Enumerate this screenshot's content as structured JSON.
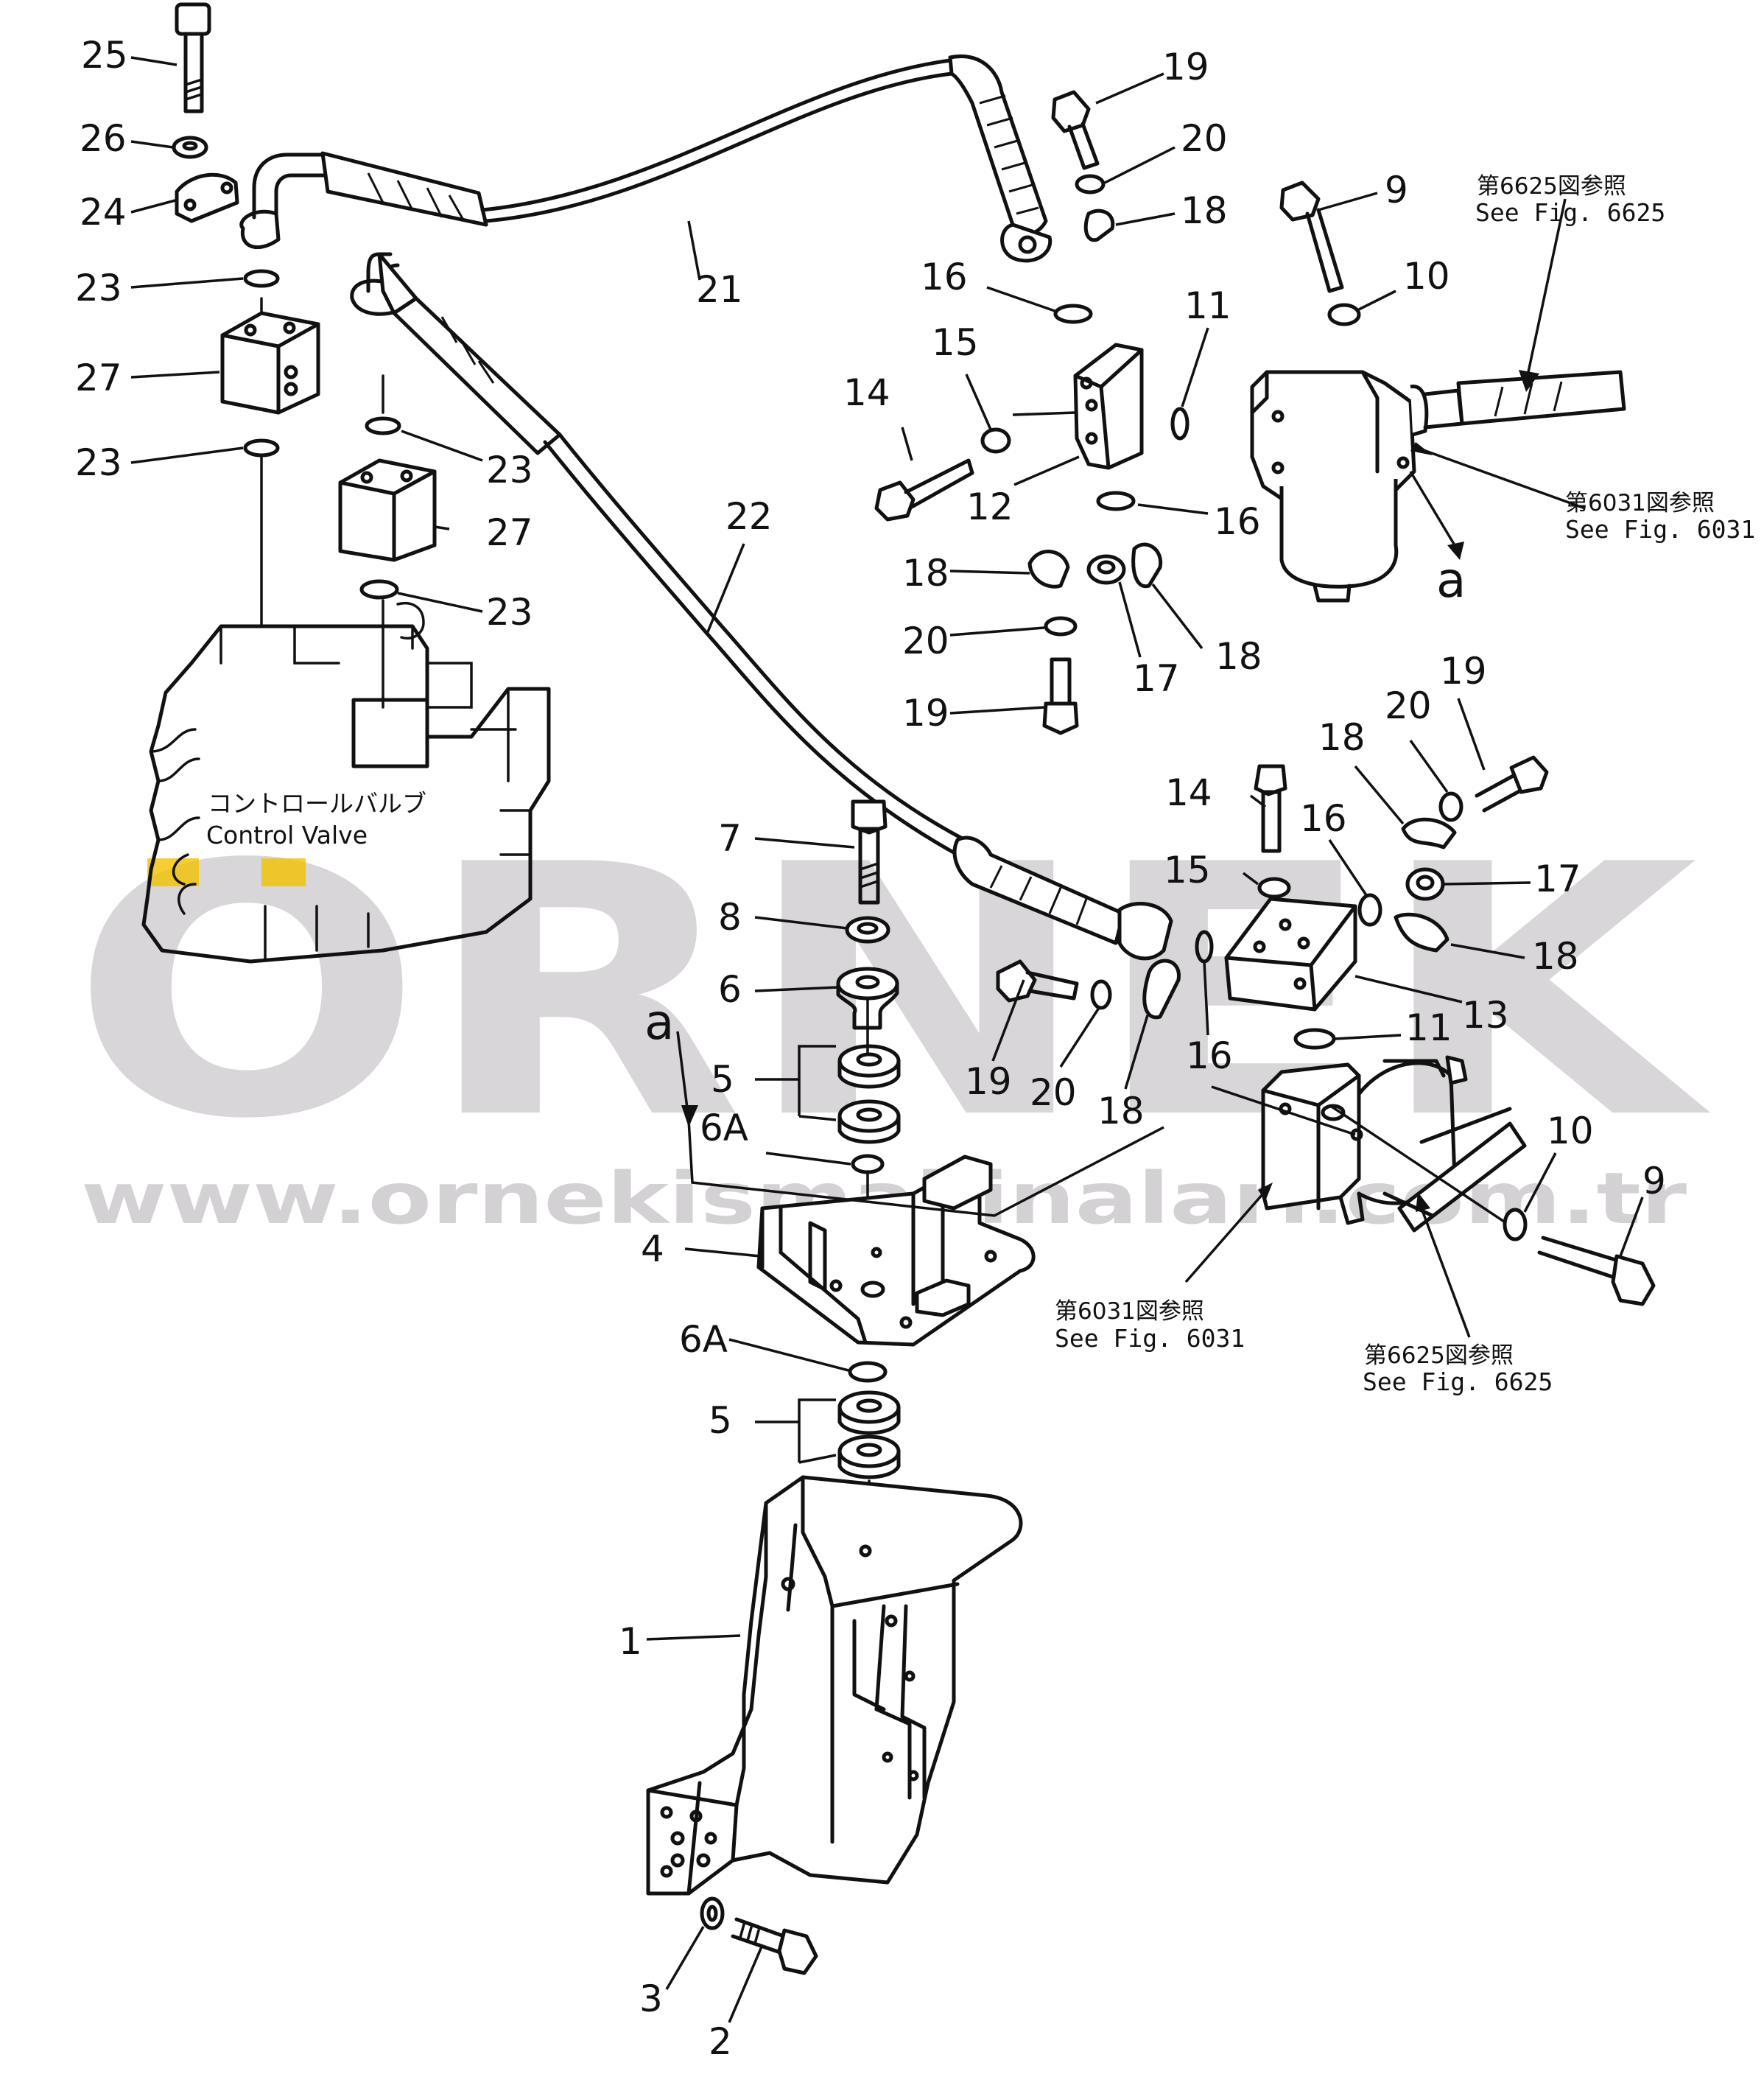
{
  "watermark": {
    "brand": "ORNEK",
    "url": "www.ornekismakinalari.com.tr",
    "color": "#c9c6c9",
    "accent_color": "#f2c200"
  },
  "labels": {
    "l25": "25",
    "l26": "26",
    "l24": "24",
    "l23a": "23",
    "l27a": "27",
    "l23b": "23",
    "l23c": "23",
    "l27b": "27",
    "l23d": "23",
    "l21": "21",
    "l22": "22",
    "l19a": "19",
    "l20a": "20",
    "l18a": "18",
    "l16a": "16",
    "l15a": "15",
    "l14a": "14",
    "l12": "12",
    "l11a": "11",
    "l16b": "16",
    "l18b": "18",
    "l17a": "17",
    "l18c": "18",
    "l20b": "20",
    "l19b": "19",
    "l9a": "9",
    "l10a": "10",
    "l19c": "19",
    "l20c": "20",
    "l18d": "18",
    "l14b": "14",
    "l16c": "16",
    "l15b": "15",
    "l17b": "17",
    "l18e": "18",
    "l13": "13",
    "l11b": "11",
    "l16d": "16",
    "l19d": "19",
    "l20d": "20",
    "l18f": "18",
    "l10b": "10",
    "l9b": "9",
    "l7": "7",
    "l8": "8",
    "l6": "6",
    "l5a": "5",
    "l6Aa": "6A",
    "l4": "4",
    "l6Ab": "6A",
    "l5b": "5",
    "l1": "1",
    "l3": "3",
    "l2": "2"
  },
  "letters": {
    "a1": "a",
    "a2": "a"
  },
  "notes": {
    "fig6625_top_jp": "第6625図参照",
    "fig6625_top_en": "See Fig. 6625",
    "fig6031_top_jp": "第6031図参照",
    "fig6031_top_en": "See Fig. 6031",
    "fig6031_bottom_jp": "第6031図参照",
    "fig6031_bottom_en": "See Fig. 6031",
    "fig6625_bottom_jp": "第6625図参照",
    "fig6625_bottom_en": "See Fig. 6625"
  },
  "control_valve": {
    "jp": "コントロールバルブ",
    "en": "Control  Valve"
  },
  "icons": {
    "bolt": "bolt-icon",
    "washer": "washer-icon",
    "o_ring": "o-ring-icon",
    "split_flange": "split-flange-icon",
    "hose": "hydraulic-hose-icon"
  }
}
